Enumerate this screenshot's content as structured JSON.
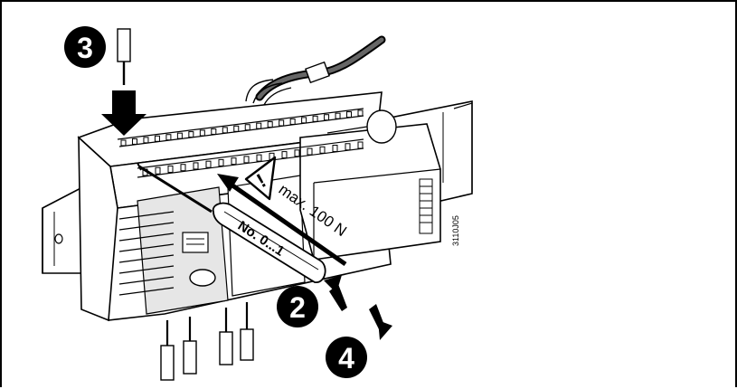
{
  "steps": {
    "step_2": "2",
    "step_3": "3",
    "step_4": "4"
  },
  "labels": {
    "screwdriver_size": "No. 0...1",
    "max_force": "max. 100 N",
    "warning_symbol": "!",
    "drawing_id": "3110J05"
  },
  "colors": {
    "ink": "#000000",
    "paper": "#ffffff",
    "shade": "#e6e6e6"
  },
  "icons": {
    "warning": "warning-triangle-icon",
    "push_arrow": "push-down-arrow-icon",
    "force_arrow": "force-arrow-icon",
    "release_arrows": "release-arrows-icon"
  }
}
